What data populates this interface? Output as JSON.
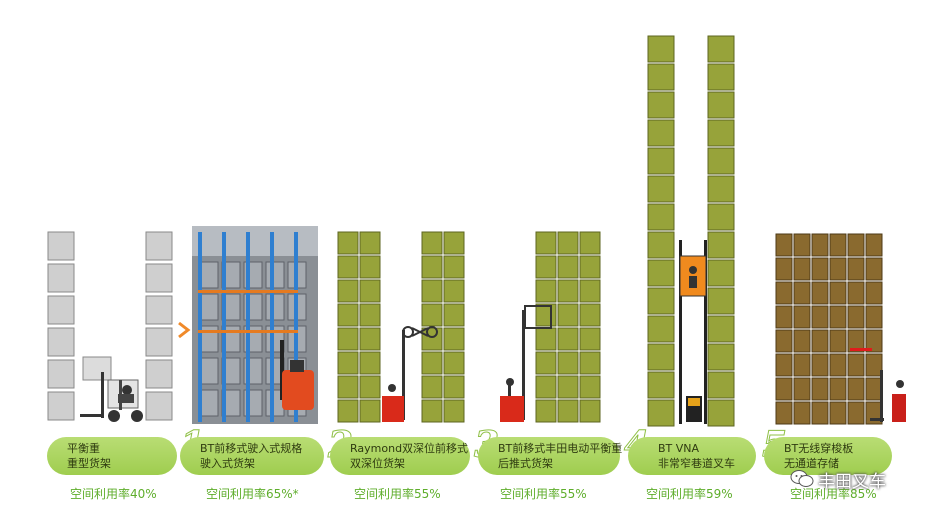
{
  "colors": {
    "gray_box": "#cfcfcf",
    "olive_box": "#97a33a",
    "brown_box": "#8a6a2f",
    "pill_green": "#a8d35a",
    "rate_green": "#5fae2c",
    "arrow_orange": "#f08a2a"
  },
  "panels": [
    {
      "num": "",
      "line1": "平衡重",
      "line2": "重型货架",
      "rate": "空间利用率40%"
    },
    {
      "num": "1",
      "line1": "BT前移式驶入式规格",
      "line2": "驶入式货架",
      "rate": "空间利用率65%*"
    },
    {
      "num": "2",
      "line1": "Raymond双深位前移式",
      "line2": "双深位货架",
      "rate": "空间利用率55%"
    },
    {
      "num": "3",
      "line1": "BT前移式丰田电动平衡重",
      "line2": "后推式货架",
      "rate": "空间利用率55%"
    },
    {
      "num": "4",
      "line1": "BT VNA",
      "line2": "非常窄巷道叉车",
      "rate": "空间利用率59%"
    },
    {
      "num": "5",
      "line1": "BT无线穿梭板",
      "line2": "无通道存储",
      "rate": "空间利用率85%"
    }
  ],
  "watermark": {
    "icon": "wechat-icon",
    "text": "丰田叉车"
  }
}
